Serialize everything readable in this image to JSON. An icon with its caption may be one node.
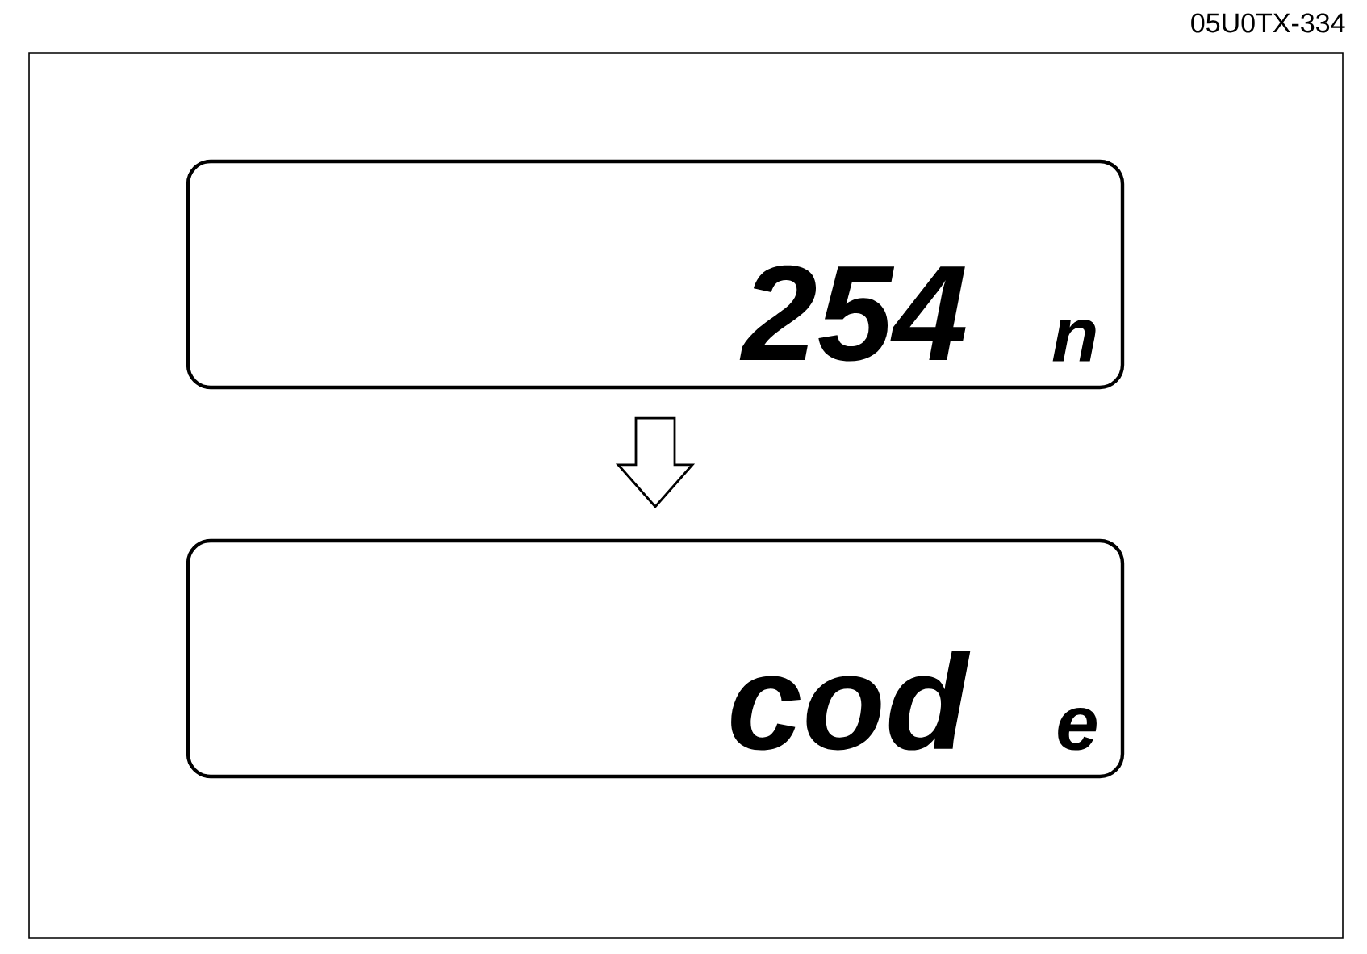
{
  "diagram": {
    "nodes": [
      {
        "text": [
          "254",
          "n"
        ]
      },
      {
        "text": [
          "cod",
          "e"
        ]
      }
    ],
    "edges": [
      {
        "from": 0,
        "to": 1,
        "arrow": "to"
      }
    ],
    "labels": [
      "05U0TX-334"
    ]
  }
}
